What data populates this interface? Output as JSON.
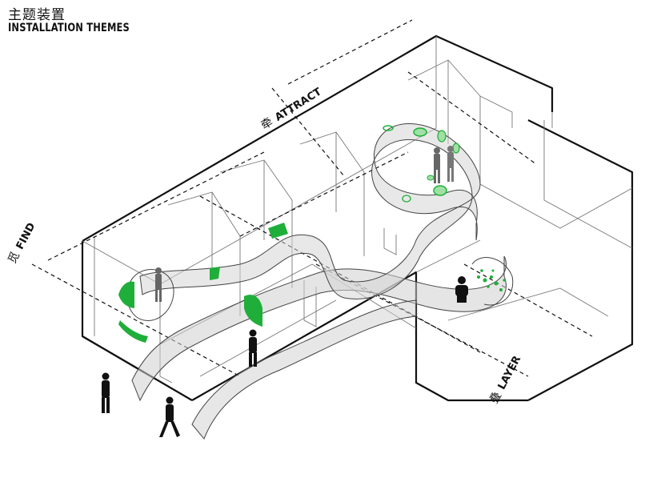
{
  "header": {
    "title_cn": "主题装置",
    "title_en": "INSTALLATION THEMES"
  },
  "themes": [
    {
      "id": "find",
      "cn": "觅",
      "en": "FIND"
    },
    {
      "id": "attract",
      "cn": "牵",
      "en": "ATTRACT"
    },
    {
      "id": "layer",
      "cn": "叠",
      "en": "LAYER"
    }
  ],
  "colors": {
    "accent_green": "#1fae3a",
    "light_green": "#9fe0a4",
    "wall_line": "#555555",
    "outline": "#111111",
    "ribbon_fill": "#d9d9d9"
  }
}
